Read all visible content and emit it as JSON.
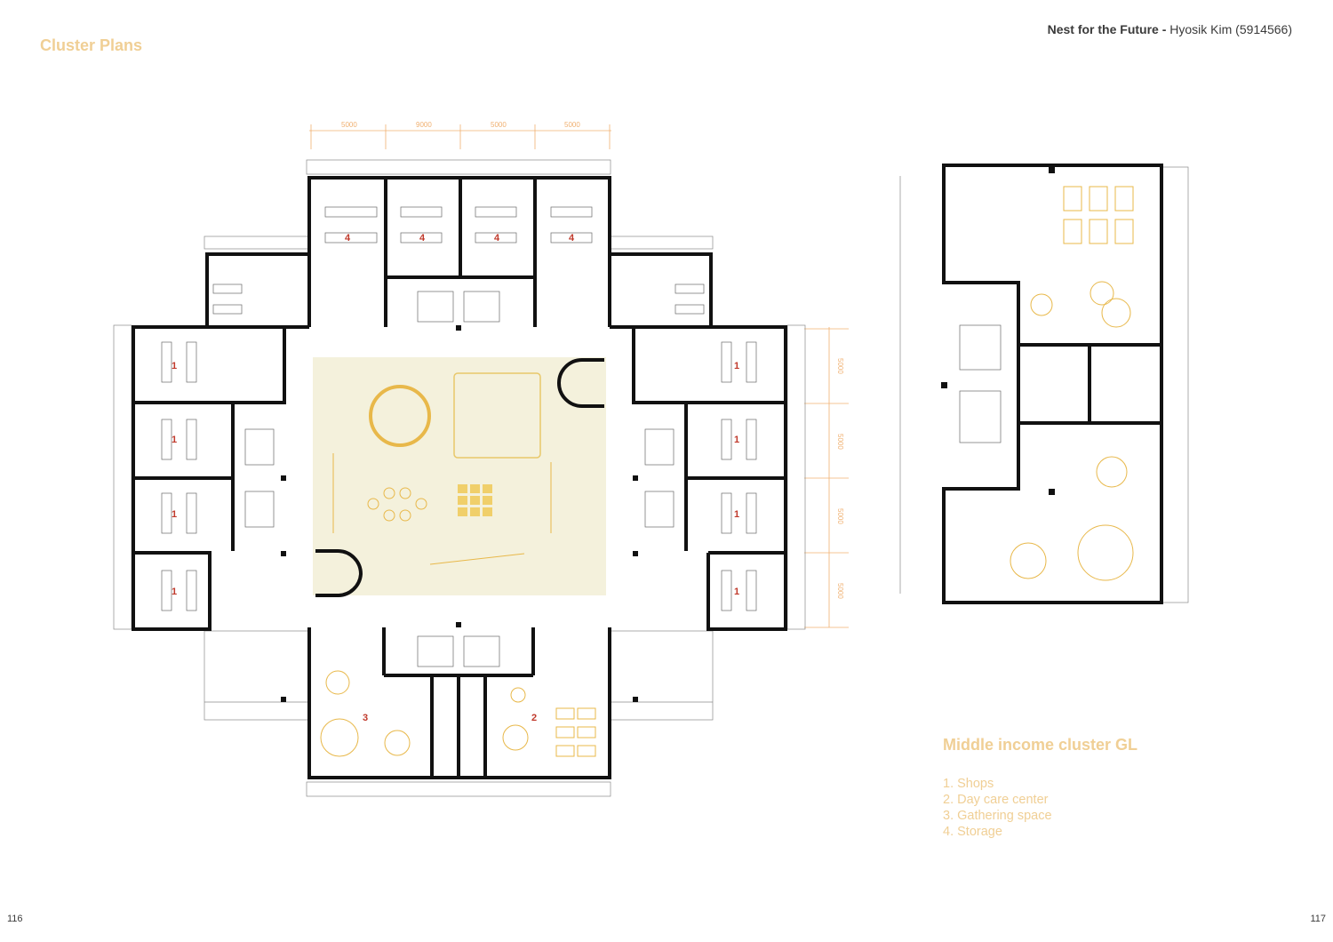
{
  "page": {
    "title": "Cluster Plans",
    "header_project": "Nest for the Future - ",
    "header_author": "Hyosik Kim (5914566)",
    "page_left": "116",
    "page_right": "117"
  },
  "plan": {
    "dims_top": [
      "5000",
      "9000",
      "5000",
      "5000"
    ],
    "dims_right": [
      "5000",
      "5000",
      "5000",
      "5000"
    ],
    "room_labels": {
      "storage": "4",
      "shop": "1",
      "gathering": "3",
      "daycare": "2"
    }
  },
  "legend": {
    "title": "Middle income cluster GL",
    "items": [
      "1. Shops",
      "2. Day care center",
      "3. Gathering space",
      "4. Storage"
    ]
  },
  "colors": {
    "accent": "#f0cf95",
    "wall": "#111111",
    "label_red": "#c0392b",
    "furniture": "#e8b84a",
    "courtyard": "#f4f1dc"
  }
}
